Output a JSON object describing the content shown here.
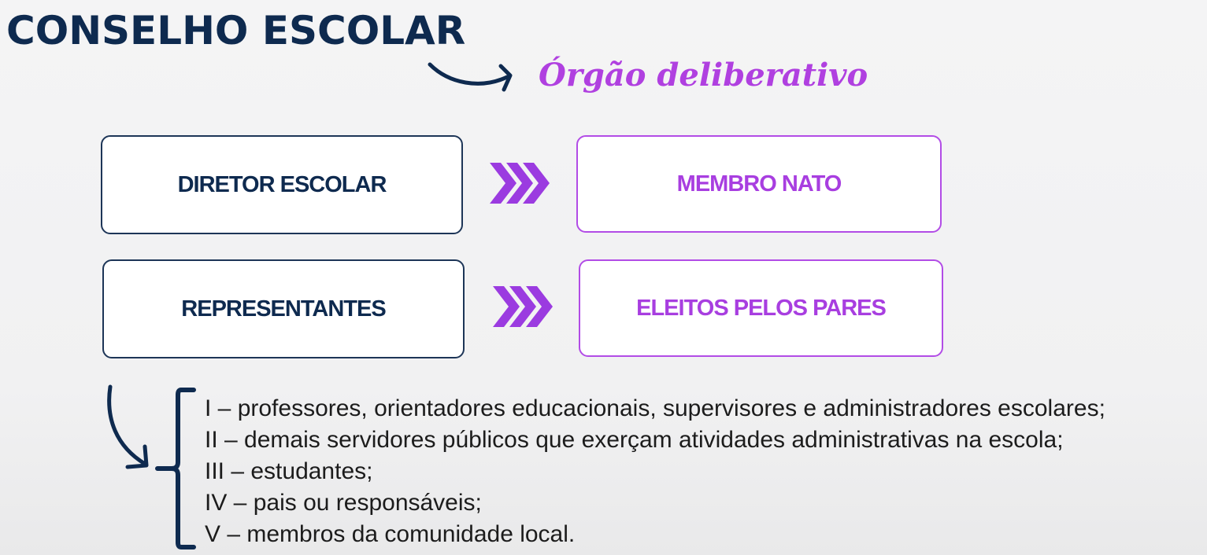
{
  "title": "CONSELHO ESCOLAR",
  "subtitle": "Órgão deliberativo",
  "rows": [
    {
      "left": "DIRETOR ESCOLAR",
      "right": "MEMBRO NATO"
    },
    {
      "left": "REPRESENTANTES",
      "right": "ELEITOS PELOS PARES"
    }
  ],
  "representatives": [
    "I – professores, orientadores educacionais, supervisores e administradores escolares;",
    "II – demais servidores públicos que exerçam atividades administrativas na escola;",
    "III – estudantes;",
    "IV – pais ou responsáveis;",
    "V – membros da comunidade local."
  ],
  "colors": {
    "navy": "#0e2a4f",
    "purple": "#a83ee0",
    "chevron": "#9b3be0"
  },
  "icons": [
    "curved-arrow-icon",
    "chevron-triple-right-icon",
    "curved-down-arrow-icon",
    "left-bracket-icon"
  ]
}
